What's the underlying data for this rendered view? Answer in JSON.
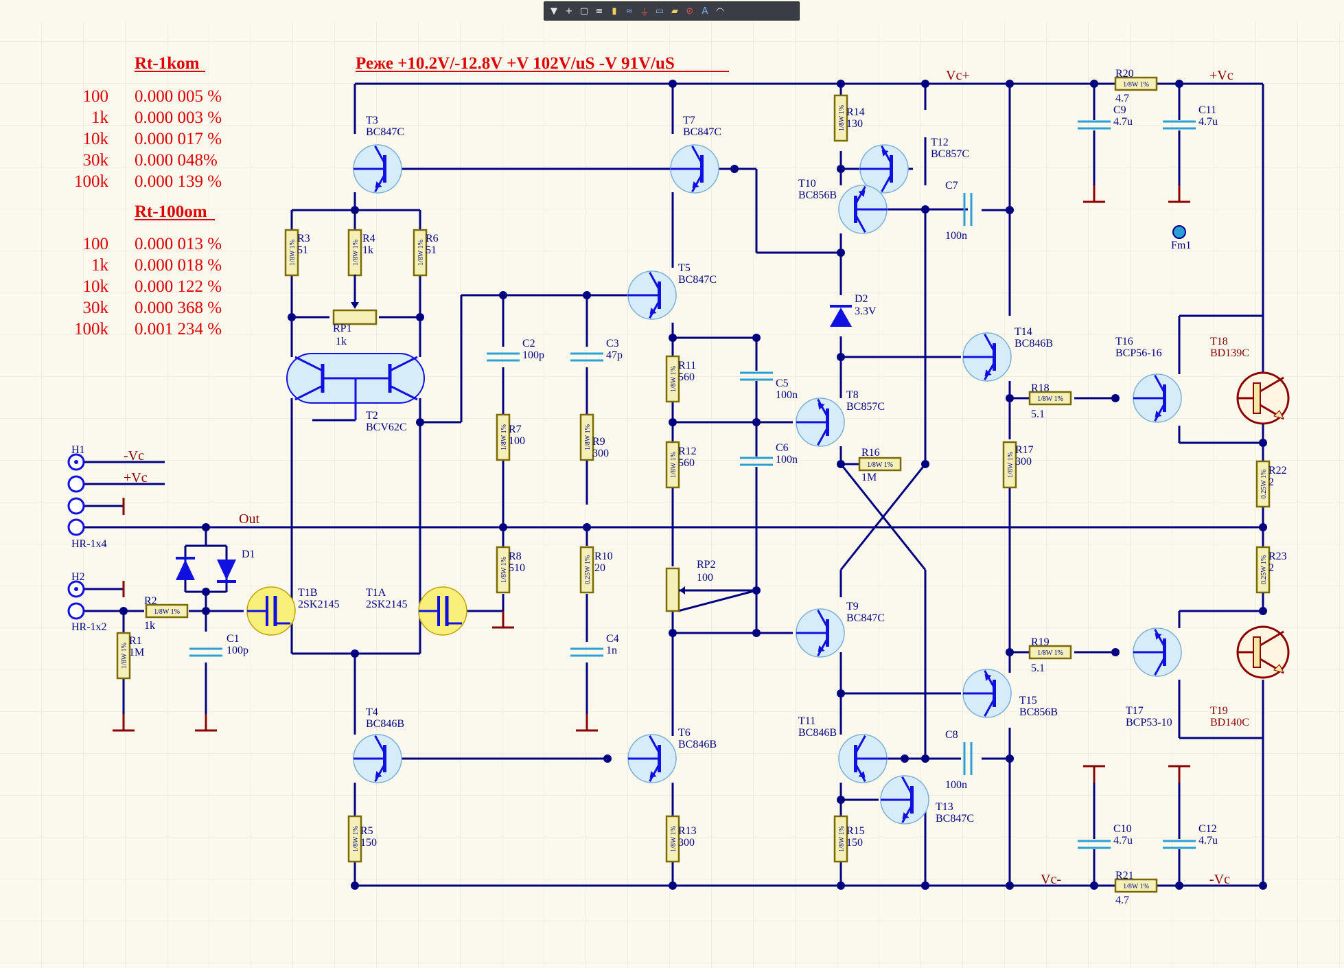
{
  "toolbar": {
    "icons": [
      "filter-icon",
      "cross-icon",
      "select-rect-icon",
      "bus-icon",
      "part-icon",
      "wire-icon",
      "power-port-icon",
      "net-label-icon",
      "port-icon",
      "directive-icon",
      "text-icon",
      "arc-icon"
    ]
  },
  "header": {
    "text": "Реже +10.2V/-12.8V  +V 102V/uS   -V 91V/uS"
  },
  "rt1k": {
    "title": "Rt-1kom",
    "rows": [
      [
        "100",
        "0.000 005 %"
      ],
      [
        "1k",
        "0.000 003 %"
      ],
      [
        "10k",
        "0.000 017 %"
      ],
      [
        "30k",
        "0.000 048%"
      ],
      [
        "100k",
        "0.000 139 %"
      ]
    ]
  },
  "rt100": {
    "title": "Rt-100om",
    "rows": [
      [
        "100",
        "0.000 013 %"
      ],
      [
        "1k",
        "0.000 018 %"
      ],
      [
        "10k",
        "0.000 122 %"
      ],
      [
        "30k",
        "0.000 368 %"
      ],
      [
        "100k",
        "0.001 234 %"
      ]
    ]
  },
  "nets": {
    "vcplus": "Vc+",
    "vcminus": "Vc-",
    "plusvc": "+Vc",
    "minusvc": "-Vc",
    "out": "Out",
    "h1_minus": "-Vc",
    "h1_plus": "+Vc"
  },
  "connectors": {
    "h1": "H1",
    "h1_type": "HR-1x4",
    "h2": "H2",
    "h2_type": "HR-1x2"
  },
  "rtext": {
    "w18": "1/8W 1%",
    "w25": "0.25W 1%"
  },
  "fm1": "Fm1",
  "parts": {
    "T3": [
      "T3",
      "BC847C"
    ],
    "T7": [
      "T7",
      "BC847C"
    ],
    "T5": [
      "T5",
      "BC847C"
    ],
    "T2": [
      "T2",
      "BCV62C"
    ],
    "T12": [
      "T12",
      "BC857C"
    ],
    "T10": [
      "T10",
      "BC856B"
    ],
    "T8": [
      "T8",
      "BC857C"
    ],
    "T14": [
      "T14",
      "BC846B"
    ],
    "T16": [
      "T16",
      "BCP56-16"
    ],
    "T18": [
      "T18",
      "BD139C"
    ],
    "T1B": [
      "T1B",
      "2SK2145"
    ],
    "T1A": [
      "T1A",
      "2SK2145"
    ],
    "T9": [
      "T9",
      "BC847C"
    ],
    "T15": [
      "T15",
      "BC856B"
    ],
    "T17": [
      "T17",
      "BCP53-10"
    ],
    "T19": [
      "T19",
      "BD140C"
    ],
    "T4": [
      "T4",
      "BC846B"
    ],
    "T6": [
      "T6",
      "BC846B"
    ],
    "T11": [
      "T11",
      "BC846B"
    ],
    "T13": [
      "T13",
      "BC847C"
    ],
    "R3": [
      "R3",
      "51"
    ],
    "R4": [
      "R4",
      "1k"
    ],
    "R6": [
      "R6",
      "51"
    ],
    "RP1": [
      "RP1",
      "1k"
    ],
    "R7": [
      "R7",
      "100"
    ],
    "R9": [
      "R9",
      "300"
    ],
    "R8": [
      "R8",
      "510"
    ],
    "R10": [
      "R10",
      "20"
    ],
    "R11": [
      "R11",
      "560"
    ],
    "R12": [
      "R12",
      "560"
    ],
    "RP2": [
      "RP2",
      "100"
    ],
    "R13": [
      "R13",
      "300"
    ],
    "R14": [
      "R14",
      "130"
    ],
    "R15": [
      "R15",
      "150"
    ],
    "R16": [
      "R16",
      "1M"
    ],
    "R17": [
      "R17",
      "300"
    ],
    "R18": [
      "R18",
      "5.1"
    ],
    "R19": [
      "R19",
      "5.1"
    ],
    "R20": [
      "R20",
      "4.7"
    ],
    "R21": [
      "R21",
      "4.7"
    ],
    "R22": [
      "R22",
      "2"
    ],
    "R23": [
      "R23",
      "2"
    ],
    "R1": [
      "R1",
      "1M"
    ],
    "R2": [
      "R2",
      "1k"
    ],
    "R5": [
      "R5",
      "150"
    ],
    "C1": [
      "C1",
      "100p"
    ],
    "C2": [
      "C2",
      "100p"
    ],
    "C3": [
      "C3",
      "47p"
    ],
    "C4": [
      "C4",
      "1n"
    ],
    "C5": [
      "C5",
      "100n"
    ],
    "C6": [
      "C6",
      "100n"
    ],
    "C7": [
      "C7",
      "100n"
    ],
    "C8": [
      "C8",
      "100n"
    ],
    "C9": [
      "C9",
      "4.7u"
    ],
    "C10": [
      "C10",
      "4.7u"
    ],
    "C11": [
      "C11",
      "4.7u"
    ],
    "C12": [
      "C12",
      "4.7u"
    ],
    "D1": [
      "D1",
      ""
    ],
    "D2": [
      "D2",
      "3.3V"
    ]
  },
  "colors": {
    "wire": "#000080",
    "cap": "#2a9fd8",
    "ground": "#8b0000",
    "red": "#e00000",
    "bjt_fill": "#d6ecf8",
    "fet_fill": "#f8f07a",
    "res_fill": "#f5f0b8",
    "res_stroke": "#7a6a00"
  }
}
